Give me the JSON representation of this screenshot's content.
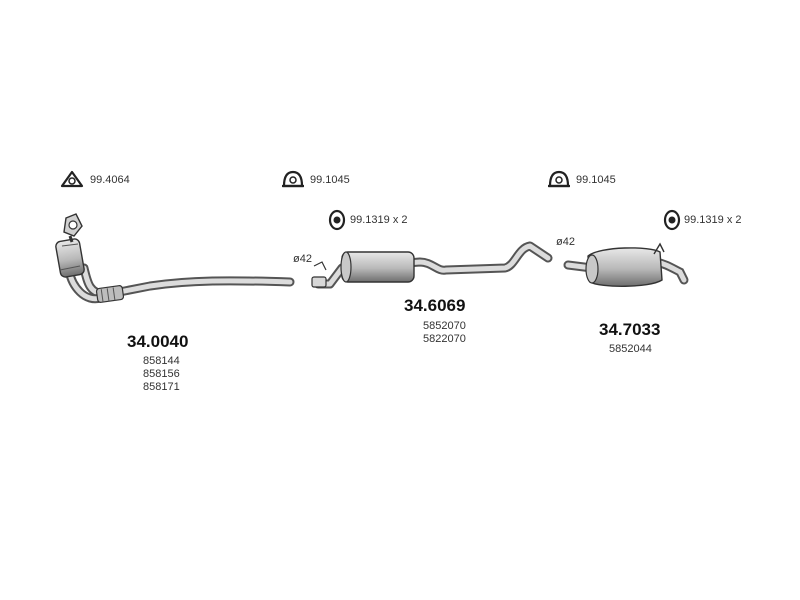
{
  "accessories": {
    "gasket_cat": "99.4064",
    "clamp_mid": "99.1045",
    "clamp_rear": "99.1045",
    "hanger_mid": "99.1319 x 2",
    "hanger_rear": "99.1319 x 2"
  },
  "diameters": {
    "mid_inlet": "ø42",
    "rear_inlet": "ø42"
  },
  "parts": [
    {
      "number": "34.0040",
      "oem": [
        "858144",
        "858156",
        "858171"
      ]
    },
    {
      "number": "34.6069",
      "oem": [
        "5852070",
        "5822070"
      ]
    },
    {
      "number": "34.7033",
      "oem": [
        "5852044"
      ]
    }
  ]
}
